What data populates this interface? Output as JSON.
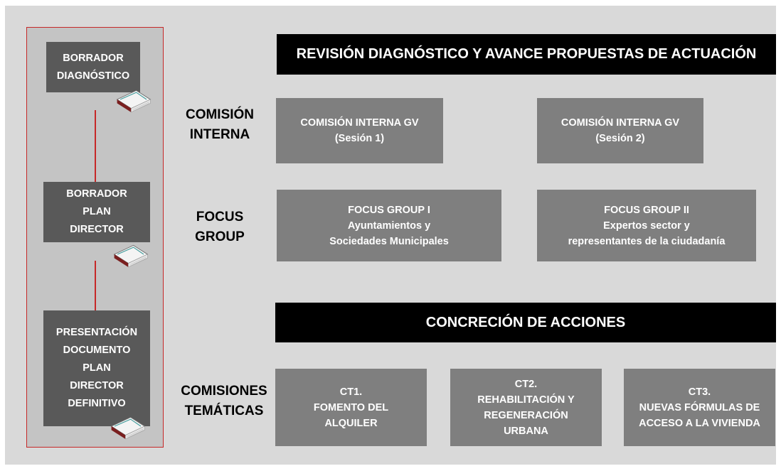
{
  "sidebar": {
    "boxes": [
      {
        "lines": [
          "BORRADOR",
          "DIAGNÓSTICO"
        ]
      },
      {
        "lines": [
          "BORRADOR",
          "PLAN",
          "DIRECTOR"
        ]
      },
      {
        "lines": [
          "PRESENTACIÓN",
          "DOCUMENTO",
          "PLAN",
          "DIRECTOR",
          "DEFINITIVO"
        ]
      }
    ],
    "icons": [
      "book-icon",
      "book-icon",
      "book-icon"
    ]
  },
  "banners": {
    "top": "REVISIÓN DIAGNÓSTICO Y AVANCE PROPUESTAS DE ACTUACIÓN",
    "middle": "CONCRECIÓN DE ACCIONES"
  },
  "rows": {
    "comision": {
      "label": [
        "COMISIÓN",
        "INTERNA"
      ],
      "boxes": [
        {
          "lines": [
            "COMISIÓN INTERNA GV",
            "(Sesión 1)"
          ]
        },
        {
          "lines": [
            "COMISIÓN INTERNA GV",
            "(Sesión 2)"
          ]
        }
      ]
    },
    "focus": {
      "label": [
        "FOCUS",
        "GROUP"
      ],
      "boxes": [
        {
          "lines": [
            "FOCUS GROUP I",
            "Ayuntamientos y",
            "Sociedades Municipales"
          ]
        },
        {
          "lines": [
            "FOCUS GROUP II",
            "Expertos sector y",
            "representantes de la ciudadanía"
          ]
        }
      ]
    },
    "tematicas": {
      "label": [
        "COMISIONES",
        "TEMÁTICAS"
      ],
      "boxes": [
        {
          "lines": [
            "CT1.",
            "FOMENTO DEL",
            "ALQUILER"
          ]
        },
        {
          "lines": [
            "CT2.",
            "REHABILITACIÓN Y",
            "REGENERACIÓN",
            "URBANA"
          ]
        },
        {
          "lines": [
            "CT3.",
            "NUEVAS FÓRMULAS DE",
            "ACCESO A LA VIVIENDA"
          ]
        }
      ]
    }
  },
  "colors": {
    "background": "#d9d9d9",
    "sidebar_border": "#c62828",
    "dark_box": "#595959",
    "grey_box": "#7f7f7f",
    "banner": "#000000"
  }
}
